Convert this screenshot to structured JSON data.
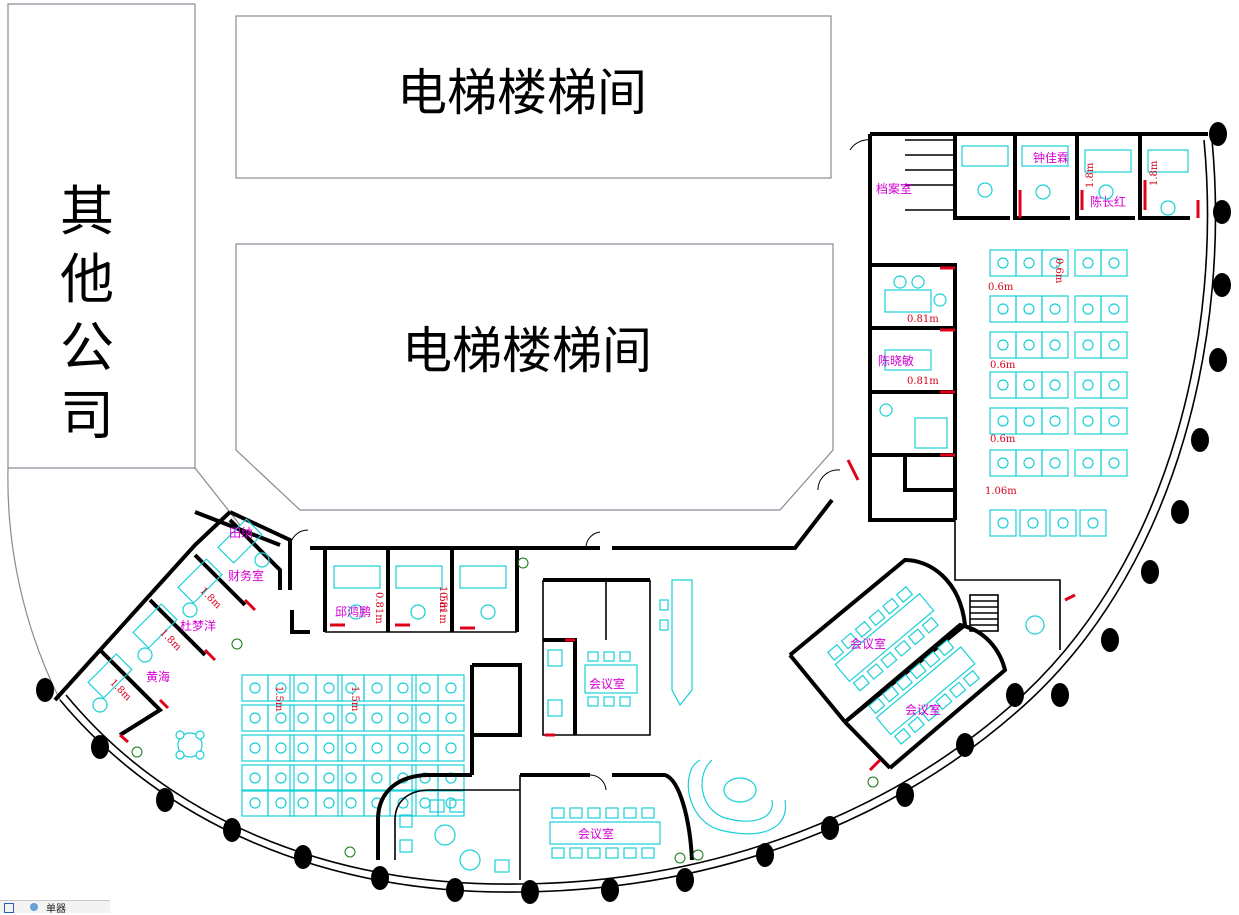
{
  "labels": {
    "elevator_top": "电梯楼梯间",
    "elevator_mid": "电梯楼梯间",
    "other_company": "其他公司",
    "archive": "档案室",
    "zhong_jiasen": "钟佳霖",
    "chen_changhong": "陈长红",
    "chen_xiaomin": "陈晓敏",
    "tian_na": "田纳",
    "finance": "财务室",
    "du_mengyang": "杜梦洋",
    "huang_hai": "黄海",
    "qiu_hongpeng": "邱鸿鹏",
    "meeting_center": "会议室",
    "meeting_right_1": "会议室",
    "meeting_right_2": "会议室",
    "meeting_bottom": "会议室"
  },
  "dimensions": {
    "d_06_top": "0.6m",
    "d_06_a": "0.6m",
    "d_06_b": "0.6m",
    "d_06_c": "0.6m",
    "d_106": "1.06m",
    "d_081_a": "0.81m",
    "d_081_b": "0.81m",
    "d_081_c": "0.81m",
    "d_081_d": "0.81m",
    "d_15_a": "1.5m",
    "d_15_b": "1.5m",
    "d_15_c": "1.5m",
    "d_18_a": "1.8m",
    "d_18_b": "1.8m",
    "d_18_c": "1.8m",
    "d_18_d": "1.8m",
    "d_18_e": "1.8m"
  },
  "taskbar": {
    "label": "单器"
  },
  "colors": {
    "furniture": "#19d0d8",
    "label": "#d400d4",
    "dimension": "#d4001a",
    "wall": "#000000"
  }
}
